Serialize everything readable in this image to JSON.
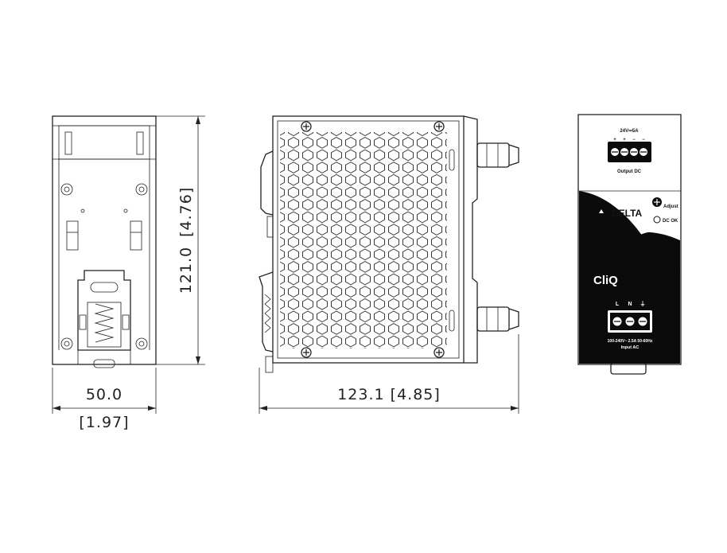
{
  "dimensions": {
    "width_mm": "50.0",
    "width_in": "[1.97]",
    "height_mm": "121.0",
    "height_in": "[4.76]",
    "depth": "123.1  [4.85]"
  },
  "front_panel": {
    "output_rating": "24V⎓5A",
    "output_polarity": [
      "+",
      "+",
      "−",
      "−"
    ],
    "output_label": "Output DC",
    "adjust_label": "Adjust",
    "dc_ok_label": "DC OK",
    "brand": "DELTA",
    "series": "CliQ",
    "input_terminals": [
      "L",
      "N",
      "⏚"
    ],
    "input_rating": "100-240V~ 2.5A 50-60Hz",
    "input_label": "Input AC"
  },
  "colors": {
    "line": "#222222",
    "panel_black": "#0b0b0b",
    "background": "#ffffff"
  }
}
